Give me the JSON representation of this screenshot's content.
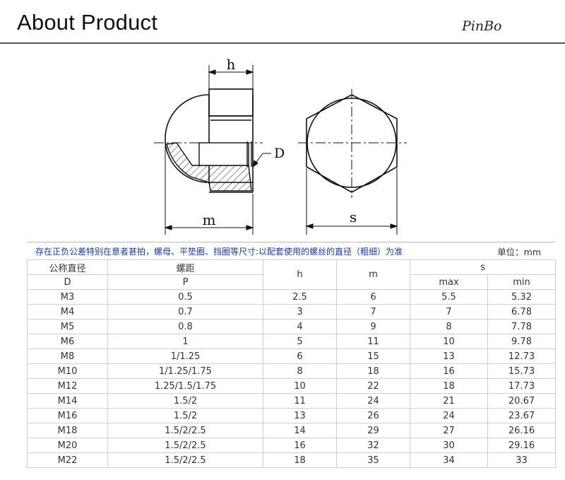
{
  "header": {
    "title": "About Product",
    "brand": "PinBo"
  },
  "drawing": {
    "labels": {
      "h": "h",
      "D": "D",
      "m": "m",
      "s": "s"
    }
  },
  "notice": "存在正负公差特别在意者甚拍，螺母、平垫圈、挡圈等尺寸:以配套使用的螺丝的直径（粗细）为准",
  "unit": "单位：mm",
  "table": {
    "headers": {
      "d_cn": "公称直径",
      "d": "D",
      "p_cn": "螺距",
      "p": "P",
      "h": "h",
      "m": "m",
      "s": "s",
      "max": "max",
      "min": "min"
    },
    "rows": [
      [
        "M3",
        "0.5",
        "2.5",
        "6",
        "5.5",
        "5.32"
      ],
      [
        "M4",
        "0.7",
        "3",
        "7",
        "7",
        "6.78"
      ],
      [
        "M5",
        "0.8",
        "4",
        "9",
        "8",
        "7.78"
      ],
      [
        "M6",
        "1",
        "5",
        "11",
        "10",
        "9.78"
      ],
      [
        "M8",
        "1/1.25",
        "6",
        "15",
        "13",
        "12.73"
      ],
      [
        "M10",
        "1/1.25/1.75",
        "8",
        "18",
        "16",
        "15.73"
      ],
      [
        "M12",
        "1.25/1.5/1.75",
        "10",
        "22",
        "18",
        "17.73"
      ],
      [
        "M14",
        "1.5/2",
        "11",
        "24",
        "21",
        "20.67"
      ],
      [
        "M16",
        "1.5/2",
        "13",
        "26",
        "24",
        "23.67"
      ],
      [
        "M18",
        "1.5/2/2.5",
        "14",
        "29",
        "27",
        "26.16"
      ],
      [
        "M20",
        "1.5/2/2.5",
        "16",
        "32",
        "30",
        "29.16"
      ],
      [
        "M22",
        "1.5/2/2.5",
        "18",
        "35",
        "34",
        "33"
      ]
    ]
  }
}
